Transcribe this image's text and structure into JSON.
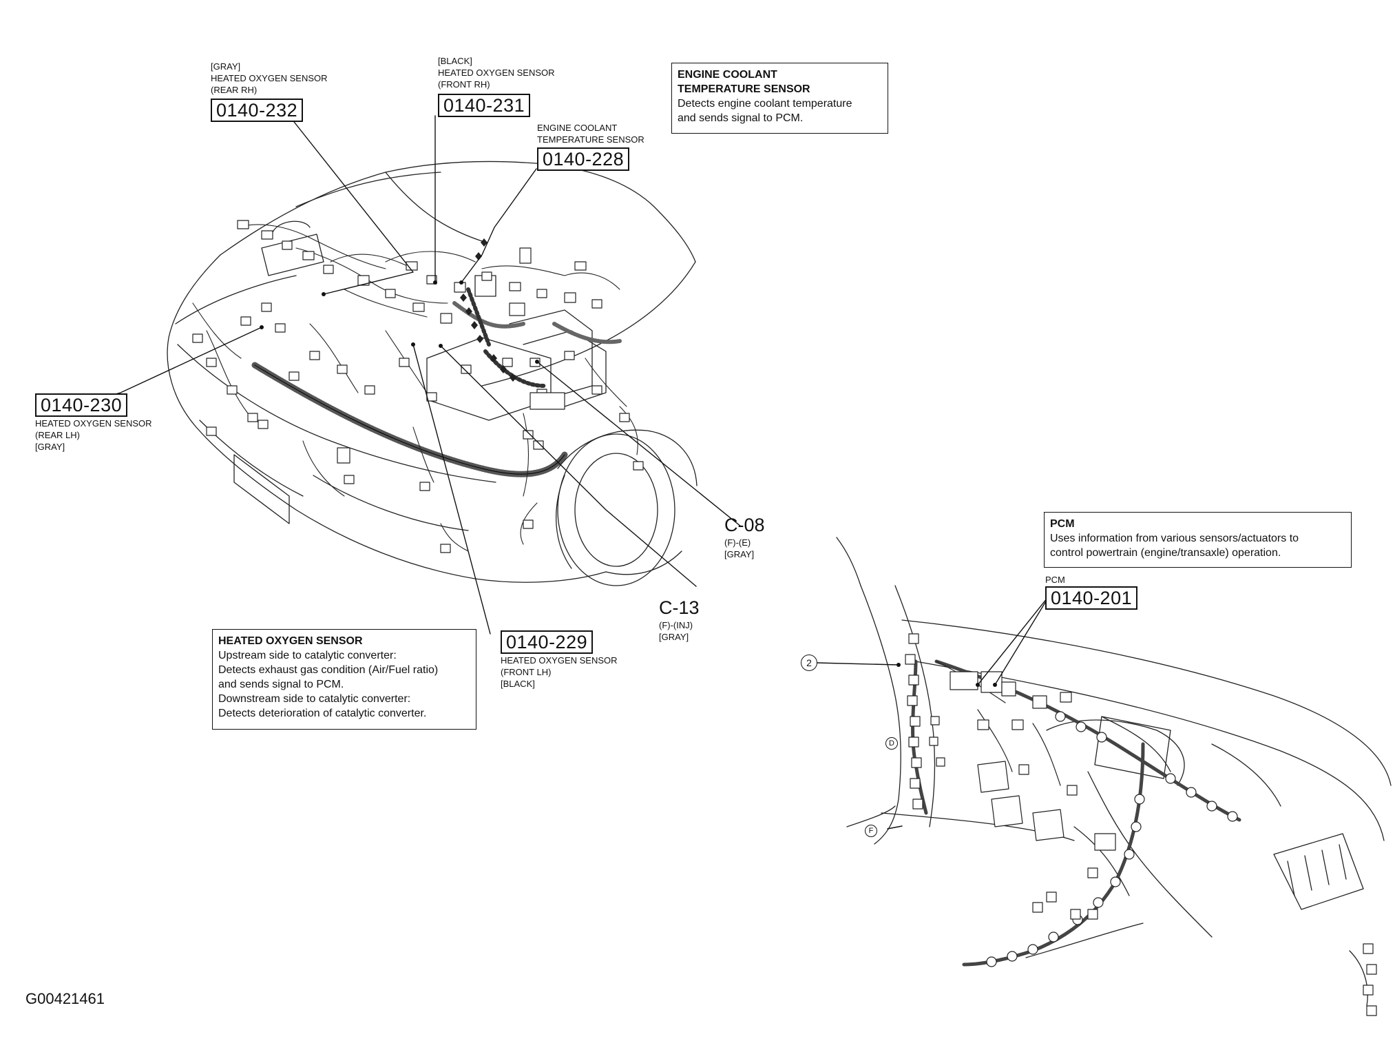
{
  "figure_id": "G00421461",
  "callouts": [
    {
      "id": "232",
      "pre": [
        "[GRAY]",
        "HEATED OXYGEN SENSOR",
        "(REAR RH)"
      ],
      "ref": "0140-232",
      "post": []
    },
    {
      "id": "231",
      "pre": [
        "[BLACK]",
        "HEATED OXYGEN SENSOR",
        "(FRONT RH)"
      ],
      "ref": "0140-231",
      "post": []
    },
    {
      "id": "228",
      "pre": [
        "ENGINE COOLANT",
        "TEMPERATURE SENSOR"
      ],
      "ref": "0140-228",
      "post": []
    },
    {
      "id": "230",
      "pre": [],
      "ref": "0140-230",
      "post": [
        "HEATED OXYGEN SENSOR",
        "(REAR LH)",
        "[GRAY]"
      ]
    },
    {
      "id": "229",
      "pre": [],
      "ref": "0140-229",
      "post": [
        "HEATED OXYGEN SENSOR",
        "(FRONT LH)",
        "[BLACK]"
      ]
    },
    {
      "id": "201",
      "pre": [
        "PCM"
      ],
      "ref": "0140-201",
      "post": []
    }
  ],
  "connectors": [
    {
      "id": "c08",
      "name": "C-08",
      "lines": [
        "(F)-(E)",
        "[GRAY]"
      ]
    },
    {
      "id": "c13",
      "name": "C-13",
      "lines": [
        "(F)-(INJ)",
        "[GRAY]"
      ]
    }
  ],
  "info_boxes": [
    {
      "id": "ect",
      "title": [
        "ENGINE COOLANT",
        "TEMPERATURE SENSOR"
      ],
      "body": [
        "Detects engine coolant temperature",
        "and sends signal to PCM."
      ]
    },
    {
      "id": "ho2s",
      "title": [
        "HEATED OXYGEN SENSOR"
      ],
      "body": [
        "Upstream side to catalytic converter:",
        "Detects exhaust gas condition (Air/Fuel ratio)",
        "and sends signal to PCM.",
        "Downstream side to catalytic converter:",
        "Detects deterioration of catalytic converter."
      ]
    },
    {
      "id": "pcm",
      "title": [
        "PCM"
      ],
      "body": [
        "Uses information from various sensors/actuators to",
        "control powertrain (engine/transaxle) operation."
      ]
    }
  ],
  "markers": [
    {
      "id": "m2",
      "text": "2"
    },
    {
      "id": "mD",
      "text": "D"
    },
    {
      "id": "mF",
      "text": "F"
    }
  ]
}
